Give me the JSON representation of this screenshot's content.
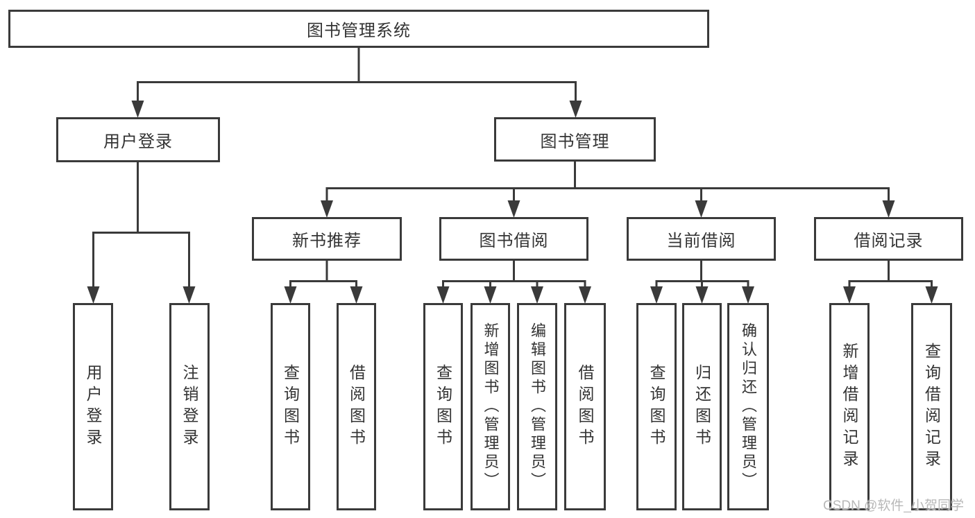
{
  "colors": {
    "line": "#3a3a3a",
    "text": "#333333",
    "background": "#ffffff",
    "watermark": "#b8b8b8"
  },
  "watermark": {
    "text": "CSDN @软件_小贺同学"
  },
  "tree": {
    "root": {
      "label": "图书管理系统"
    },
    "user_login": {
      "label": "用户登录",
      "children": [
        "用户登录",
        "注销登录"
      ]
    },
    "book_management": {
      "label": "图书管理"
    },
    "new_books": {
      "label": "新书推荐",
      "children": [
        "查询图书",
        "借阅图书"
      ]
    },
    "book_borrowing": {
      "label": "图书借阅",
      "children": [
        "查询图书",
        "新增图书（管理员）",
        "编辑图书（管理员）",
        "借阅图书"
      ]
    },
    "current_borrowing": {
      "label": "当前借阅",
      "children": [
        "查询图书",
        "归还图书",
        "确认归还（管理员）"
      ]
    },
    "borrow_records": {
      "label": "借阅记录",
      "children": [
        "新增借阅记录",
        "查询借阅记录"
      ]
    }
  }
}
